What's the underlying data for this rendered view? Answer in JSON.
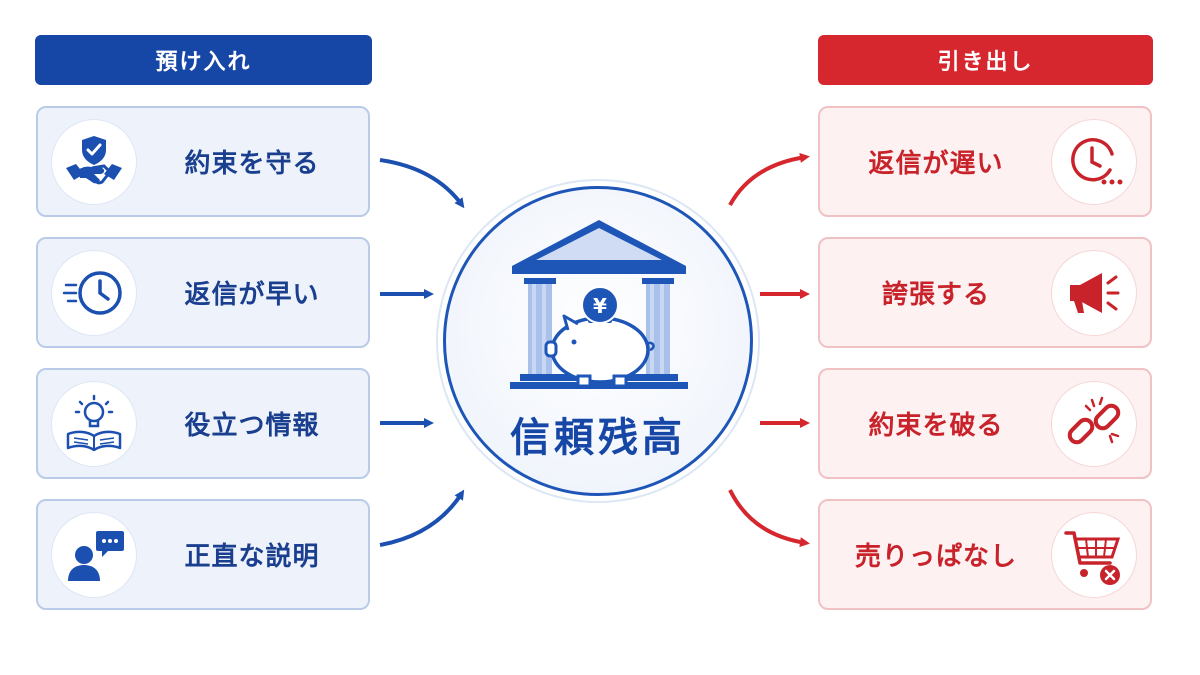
{
  "deposit": {
    "header": "預け入れ",
    "items": [
      {
        "label": "約束を守る",
        "icon": "handshake-shield-icon"
      },
      {
        "label": "返信が早い",
        "icon": "fast-clock-icon"
      },
      {
        "label": "役立つ情報",
        "icon": "lightbulb-book-icon"
      },
      {
        "label": "正直な説明",
        "icon": "person-speech-icon"
      }
    ],
    "color": "#1747a6"
  },
  "withdrawal": {
    "header": "引き出し",
    "items": [
      {
        "label": "返信が遅い",
        "icon": "slow-clock-icon"
      },
      {
        "label": "誇張する",
        "icon": "megaphone-icon"
      },
      {
        "label": "約束を破る",
        "icon": "broken-chain-icon"
      },
      {
        "label": "売りっぱなし",
        "icon": "cart-cancel-icon"
      }
    ],
    "color": "#d6262e"
  },
  "center": {
    "title": "信頼残高",
    "icon": "bank-piggy-bank-icon",
    "coin_symbol": "¥"
  }
}
